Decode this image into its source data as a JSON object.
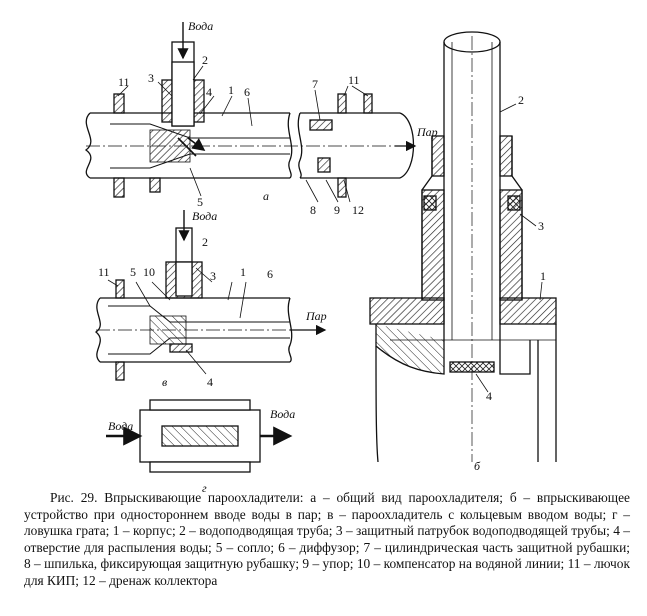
{
  "figure": {
    "labels": {
      "voda": "Вода",
      "par": "Пар",
      "a": "а",
      "b": "б",
      "v": "в",
      "g": "г"
    },
    "numbers": {
      "n1": "1",
      "n2": "2",
      "n3": "3",
      "n4": "4",
      "n5": "5",
      "n6": "6",
      "n7": "7",
      "n8": "8",
      "n9": "9",
      "n10": "10",
      "n11": "11",
      "n12": "12"
    }
  },
  "caption": "Рис. 29. Впрыскивающие пароохладители: а – общий вид пароохладителя; б – впрыскивающее устройство при одностороннем вводе воды в пар; в – пароохладитель с кольцевым вводом воды; г – ловушка грата; 1 – корпус; 2 – водоподводящая труба; 3 – защитный патрубок водоподводящей трубы; 4 – отверстие для распыления воды; 5 – сопло; 6 – диффузор; 7 – цилиндрическая часть защитной рубашки; 8 – шпилька, фиксирующая защитную рубашку; 9 – упор; 10 – компенсатор на водяной линии; 11 – лючок для КИП; 12 – дренаж коллектора"
}
